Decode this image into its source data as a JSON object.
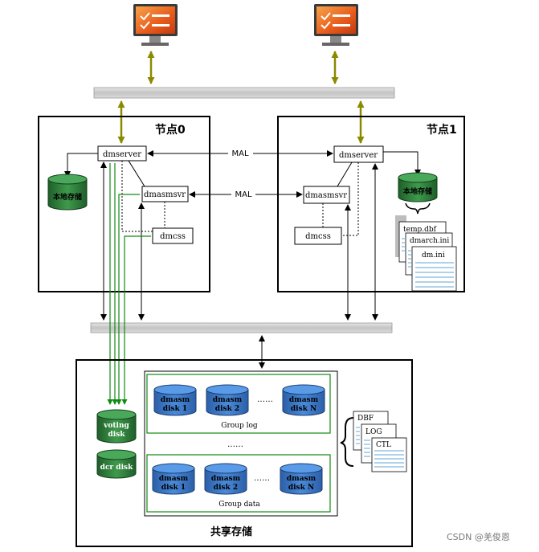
{
  "nodes": {
    "node0_title": "节点0",
    "node1_title": "节点1"
  },
  "components": {
    "dmserver": "dmserver",
    "dmasmsvr": "dmasmsvr",
    "dmcss": "dmcss",
    "local_storage": "本地存储",
    "mal": "MAL"
  },
  "local_files": [
    "temp.dbf",
    "dmarch.ini",
    "dm.ini"
  ],
  "shared_storage": {
    "title": "共享存储",
    "voting_disk": [
      "voting",
      "disk"
    ],
    "dcr_disk": "dcr disk",
    "group_log": {
      "label": "Group log",
      "disks": [
        [
          "dmasm",
          "disk 1"
        ],
        [
          "dmasm",
          "disk 2"
        ],
        [
          "dmasm",
          "disk N"
        ]
      ]
    },
    "group_data": {
      "label": "Group data",
      "disks": [
        [
          "dmasm",
          "disk 1"
        ],
        [
          "dmasm",
          "disk 2"
        ],
        [
          "dmasm",
          "disk N"
        ]
      ]
    },
    "ellipsis": "……",
    "files": [
      "DBF",
      "LOG",
      "CTL"
    ]
  },
  "watermark": "CSDN @羌俊恩",
  "colors": {
    "olive_arrow": "#8a8a00",
    "green_arrow": "#108a10",
    "disk_blue": "#3b78c4",
    "disk_green": "#2f7a3a",
    "bus_gray": "#cfcfcf",
    "doc_stripe": "#7fb8dd"
  }
}
